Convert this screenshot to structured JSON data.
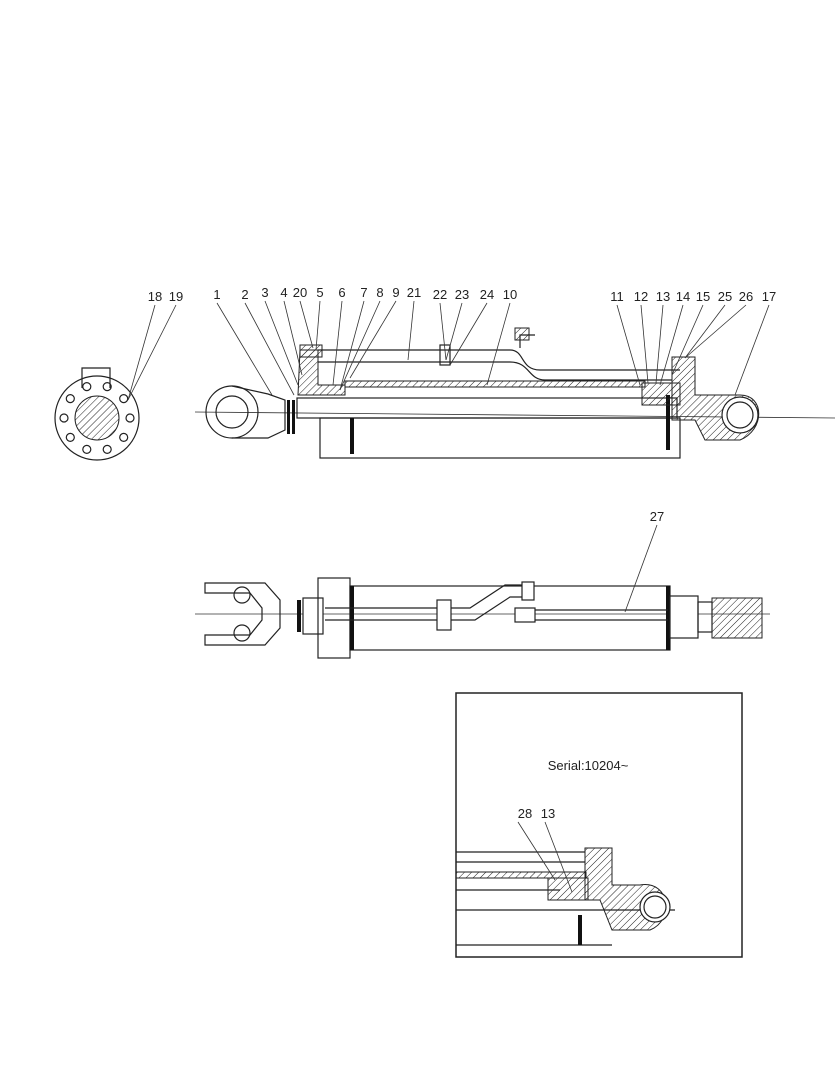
{
  "main_view_labels": [
    "18",
    "19",
    "1",
    "2",
    "3",
    "4",
    "20",
    "5",
    "6",
    "7",
    "8",
    "9",
    "21",
    "22",
    "23",
    "24",
    "10",
    "11",
    "12",
    "13",
    "14",
    "15",
    "25",
    "26",
    "17"
  ],
  "side_view_labels": [
    "27"
  ],
  "inset": {
    "title": "Serial:10204~",
    "labels": [
      "28",
      "13"
    ]
  }
}
